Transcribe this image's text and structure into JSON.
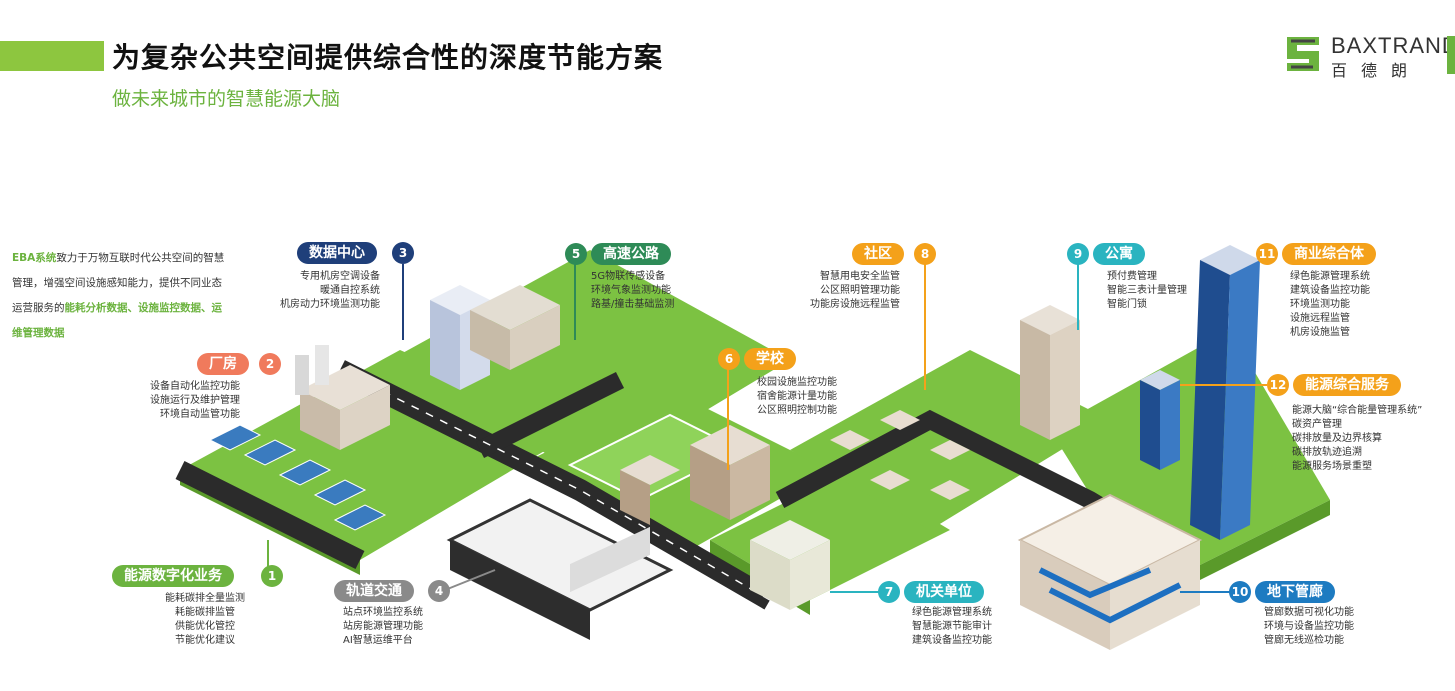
{
  "header": {
    "title": "为复杂公共空间提供综合性的深度节能方案",
    "subtitle": "做未来城市的智慧能源大脑"
  },
  "logo": {
    "en": "BAXTRAND",
    "cn": "百德朗"
  },
  "intro": {
    "part1": "EBA系统",
    "part2": "致力于万物互联时代公共空间的智慧管理，增强空间设施感知能力，提供不同业态运营服务的",
    "highlight": "能耗分析数据、设施监控数据、运维管理数据"
  },
  "colors": {
    "green": "#6cb33f",
    "orange": "#f4a11a",
    "salmon": "#f07a5c",
    "navy": "#1f3f7a",
    "teal": "#2ab4c0",
    "blue": "#1d7bc1",
    "gray": "#8a8a8a",
    "darkgreen": "#2e8b57",
    "light_green": "#8dc63f"
  },
  "services": [
    {
      "num": "1",
      "label": "能源数字化业务",
      "items": [
        "能耗碳排全量监测",
        "耗能碳排监管",
        "供能优化管控",
        "节能优化建议"
      ]
    },
    {
      "num": "2",
      "label": "厂房",
      "items": [
        "设备自动化监控功能",
        "设施运行及维护管理",
        "环境自动监管功能"
      ]
    },
    {
      "num": "3",
      "label": "数据中心",
      "items": [
        "专用机房空调设备",
        "暖通自控系统",
        "机房动力环境监测功能"
      ]
    },
    {
      "num": "4",
      "label": "轨道交通",
      "items": [
        "站点环境监控系统",
        "站房能源管理功能",
        "AI智慧运维平台"
      ]
    },
    {
      "num": "5",
      "label": "高速公路",
      "items": [
        "5G物联传感设备",
        "环境气象监测功能",
        "路基/撞击基础监测"
      ]
    },
    {
      "num": "6",
      "label": "学校",
      "items": [
        "校园设施监控功能",
        "宿舍能源计量功能",
        "公区照明控制功能"
      ]
    },
    {
      "num": "7",
      "label": "机关单位",
      "items": [
        "绿色能源管理系统",
        "智慧能源节能审计",
        "建筑设备监控功能"
      ]
    },
    {
      "num": "8",
      "label": "社区",
      "items": [
        "智慧用电安全监管",
        "公区照明管理功能",
        "功能房设施远程监管"
      ]
    },
    {
      "num": "9",
      "label": "公寓",
      "items": [
        "预付费管理",
        "智能三表计量管理",
        "智能门锁"
      ]
    },
    {
      "num": "10",
      "label": "地下管廊",
      "items": [
        "管廊数据可视化功能",
        "环境与设备监控功能",
        "管廊无线巡检功能"
      ]
    },
    {
      "num": "11",
      "label": "商业综合体",
      "items": [
        "绿色能源管理系统",
        "建筑设备监控功能",
        "环境监测功能",
        "设施远程监管",
        "机房设施监管"
      ]
    },
    {
      "num": "12",
      "label": "能源综合服务",
      "items": [
        "能源大脑“综合能量管理系统”",
        "碳资产管理",
        "碳排放量及边界核算",
        "碳排放轨迹追溯",
        "能源服务场景重塑"
      ]
    }
  ]
}
